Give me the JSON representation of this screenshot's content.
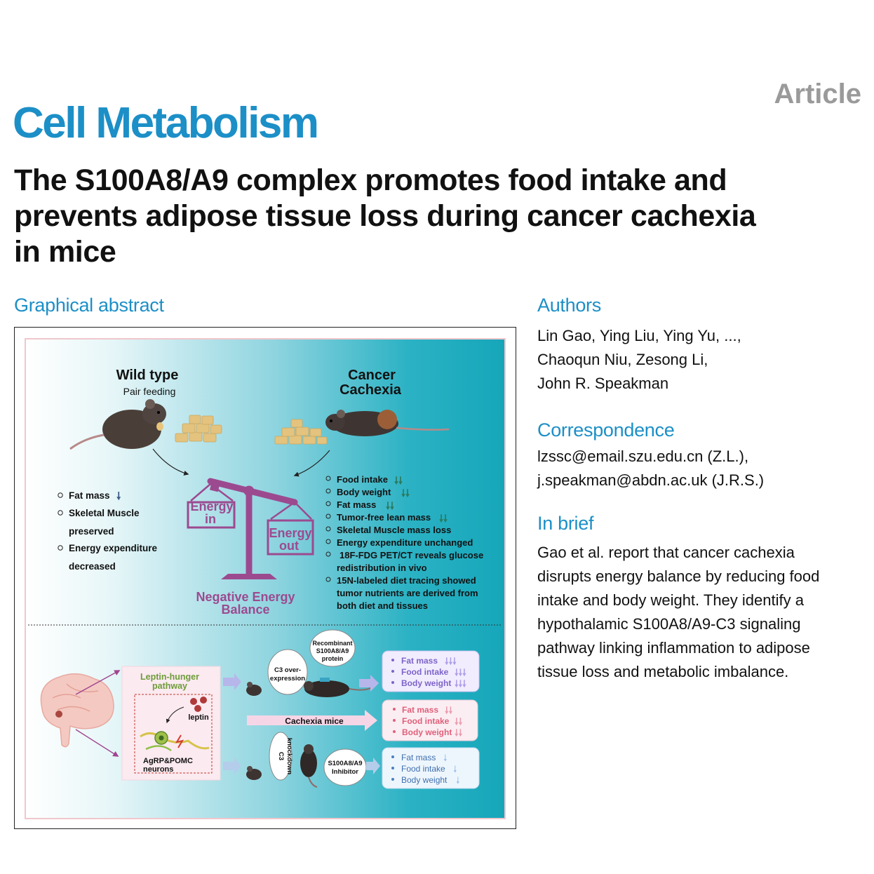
{
  "header": {
    "journal": "Cell Metabolism",
    "article_type": "Article",
    "title": "The S100A8/A9 complex promotes food intake and prevents adipose tissue loss during cancer cachexia in mice",
    "title_lines": [
      "The S100A8/A9 complex promotes food intake and",
      "prevents adipose tissue loss during cancer cachexia",
      "in mice"
    ]
  },
  "graphical_abstract": {
    "heading": "Graphical abstract",
    "wild_type": {
      "title": "Wild type",
      "subtitle": "Pair feeding",
      "bullets": [
        "Fat mass",
        "Skeletal Muscle",
        "preserved",
        "Energy expenditure",
        "decreased"
      ]
    },
    "cachexia": {
      "title_line1": "Cancer",
      "title_line2": "Cachexia",
      "bullets": [
        "Food intake",
        "Body weight",
        "Fat mass",
        "Tumor-free lean mass",
        "Skeletal Muscle mass loss",
        "Energy expenditure unchanged",
        "18F-FDG PET/CT reveals glucose",
        "redistribution in vivo",
        "15N-labeled diet tracing showed",
        "tumor nutrients are derived from",
        "both diet and  tissues"
      ]
    },
    "scale": {
      "left_line1": "Energy",
      "left_line2": "in",
      "right_line1": "Energy",
      "right_line2": "out",
      "caption_line1": "Negative Energy",
      "caption_line2": "Balance"
    },
    "pathway": {
      "title_line1": "Leptin-hunger",
      "title_line2": "pathway",
      "leptin": "leptin",
      "neurons_line1": "AgRP&POMC",
      "neurons_line2": "neurons",
      "c3_over_line1": "C3 over-",
      "c3_over_line2": "expression",
      "recombinant_line1": "Recombinant",
      "recombinant_line2": "S100A8/A9",
      "recombinant_line3": "protein",
      "cachexia_mice": "Cachexia mice",
      "c3_knock_line1": "C3",
      "c3_knock_line2": "knockdown",
      "inhibitor_line1": "S100A8/A9",
      "inhibitor_line2": "Inhibitor",
      "outcomes": [
        "Fat mass",
        "Food intake",
        "Body weight"
      ]
    },
    "colors": {
      "teal": "#16a6ba",
      "scale_purple": "#9c4a90",
      "down_arrow_green": "#2b7a5f"
    }
  },
  "authors": {
    "heading": "Authors",
    "lines": [
      "Lin Gao, Ying Liu, Ying Yu, ...,",
      "Chaoqun Niu, Zesong Li,",
      "John R. Speakman"
    ]
  },
  "correspondence": {
    "heading": "Correspondence",
    "lines": [
      "lzssc@email.szu.edu.cn (Z.L.),",
      "j.speakman@abdn.ac.uk (J.R.S.)"
    ]
  },
  "in_brief": {
    "heading": "In brief",
    "lines": [
      "Gao et al. report that cancer cachexia",
      "disrupts energy balance by reducing food",
      "intake and body weight. They identify a",
      "hypothalamic S100A8/A9-C3 signaling",
      "pathway linking inflammation to adipose",
      "tissue loss and metabolic imbalance."
    ]
  }
}
